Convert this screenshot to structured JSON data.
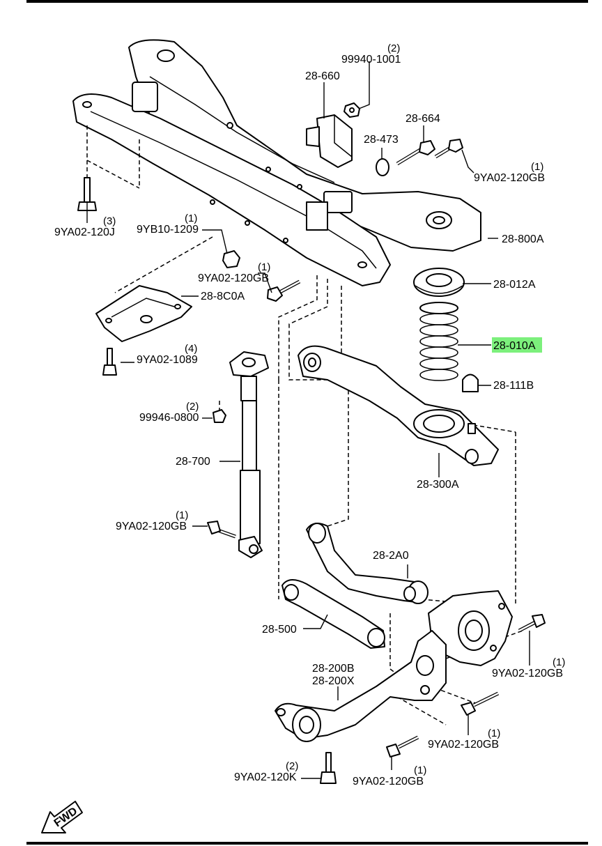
{
  "labels": {
    "p_99940_1001": "99940-1001",
    "q_99940_1001": "(2)",
    "p_28_660": "28-660",
    "p_28_664": "28-664",
    "p_28_473": "28-473",
    "p_9ya02_120gb_a": "9YA02-120GB",
    "q_9ya02_120gb_a": "(1)",
    "p_9ya02_120j": "9YA02-120J",
    "q_9ya02_120j": "(3)",
    "p_9yb10_1209": "9YB10-1209",
    "q_9yb10_1209": "(1)",
    "p_28_800a": "28-800A",
    "p_9ya02_120gb_b": "9YA02-120GB",
    "q_9ya02_120gb_b": "(1)",
    "p_28_8c0a": "28-8C0A",
    "p_28_012a": "28-012A",
    "p_28_010a": "28-010A",
    "p_9ya02_1089": "9YA02-1089",
    "q_9ya02_1089": "(4)",
    "p_28_111b": "28-111B",
    "p_99946_0800": "99946-0800",
    "q_99946_0800": "(2)",
    "p_28_700": "28-700",
    "p_28_300a": "28-300A",
    "p_9ya02_120gb_c": "9YA02-120GB",
    "q_9ya02_120gb_c": "(1)",
    "p_28_2a0": "28-2A0",
    "p_28_500": "28-500",
    "p_9ya02_120gb_d": "9YA02-120GB",
    "q_9ya02_120gb_d": "(1)",
    "p_28_200b": "28-200B",
    "p_28_200x": "28-200X",
    "p_9ya02_120gb_e": "9YA02-120GB",
    "q_9ya02_120gb_e": "(1)",
    "p_9ya02_120k": "9YA02-120K",
    "q_9ya02_120k": "(2)",
    "p_9ya02_120gb_f": "9YA02-120GB",
    "q_9ya02_120gb_f": "(1)",
    "fwd": "FWD"
  },
  "highlight_color": "#7cf07c"
}
